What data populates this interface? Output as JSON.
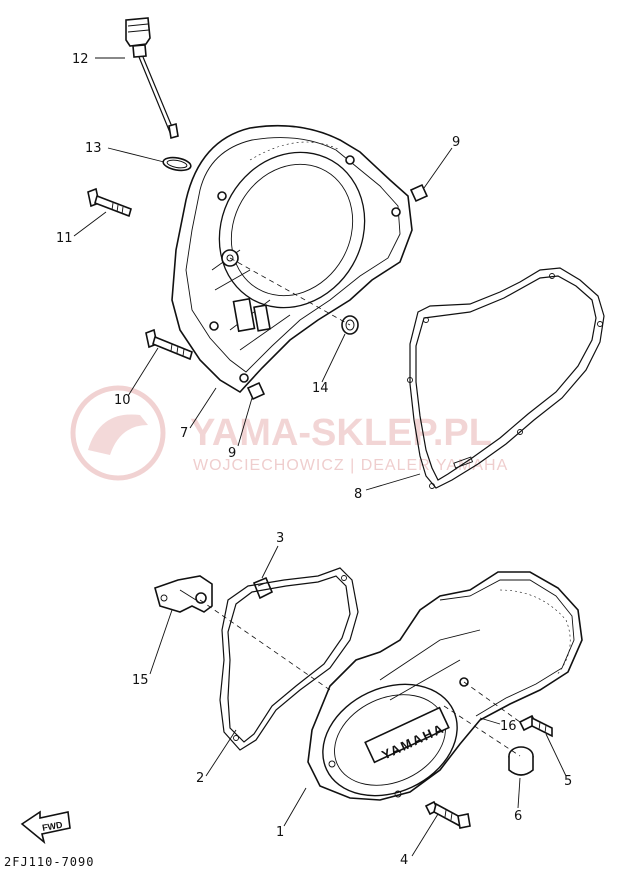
{
  "watermark": {
    "brand": "YAMA-SKLEP.PL",
    "subtitle": "WOJCIECHOWICZ | DEALER YAMAHA"
  },
  "cover_logo_text": "YAMAHA",
  "fwd_label": "FWD",
  "diagram_code": "2FJ110-7090",
  "callouts": [
    {
      "id": "12",
      "label": "12"
    },
    {
      "id": "13",
      "label": "13"
    },
    {
      "id": "11",
      "label": "11"
    },
    {
      "id": "9a",
      "label": "9"
    },
    {
      "id": "10",
      "label": "10"
    },
    {
      "id": "14",
      "label": "14"
    },
    {
      "id": "7",
      "label": "7"
    },
    {
      "id": "9b",
      "label": "9"
    },
    {
      "id": "8",
      "label": "8"
    },
    {
      "id": "3",
      "label": "3"
    },
    {
      "id": "15",
      "label": "15"
    },
    {
      "id": "2",
      "label": "2"
    },
    {
      "id": "16",
      "label": "16"
    },
    {
      "id": "5",
      "label": "5"
    },
    {
      "id": "6",
      "label": "6"
    },
    {
      "id": "1",
      "label": "1"
    },
    {
      "id": "4",
      "label": "4"
    }
  ],
  "colors": {
    "line": "#111111",
    "watermark": "#e8b4b4"
  }
}
